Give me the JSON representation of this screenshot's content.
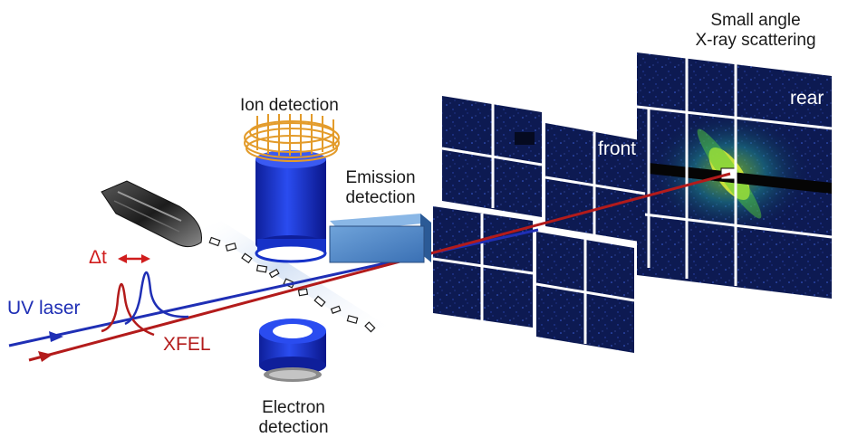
{
  "labels": {
    "small_angle_line1": "Small angle",
    "small_angle_line2": "X-ray scattering",
    "rear": "rear",
    "front": "front",
    "ion_detection": "Ion detection",
    "emission_line1": "Emission",
    "emission_line2": "detection",
    "delta_t": "Δt",
    "uv_laser": "UV laser",
    "xfel": "XFEL",
    "electron_line1": "Electron",
    "electron_line2": "detection"
  },
  "colors": {
    "uv_laser": "#1f2fb5",
    "xfel": "#b31b1b",
    "detector_blue": "#1632c8",
    "ion_cage": "#e39b2a",
    "emission_box": "#4a86c6",
    "panel_dark": "#0c1640",
    "gap_white": "#ffffff"
  },
  "icons": {
    "jet_nozzle": "nozzle-icon",
    "ion_detector": "cylinder-detector-icon",
    "electron_detector": "ring-detector-icon",
    "emission_detector": "box-detector-icon"
  }
}
